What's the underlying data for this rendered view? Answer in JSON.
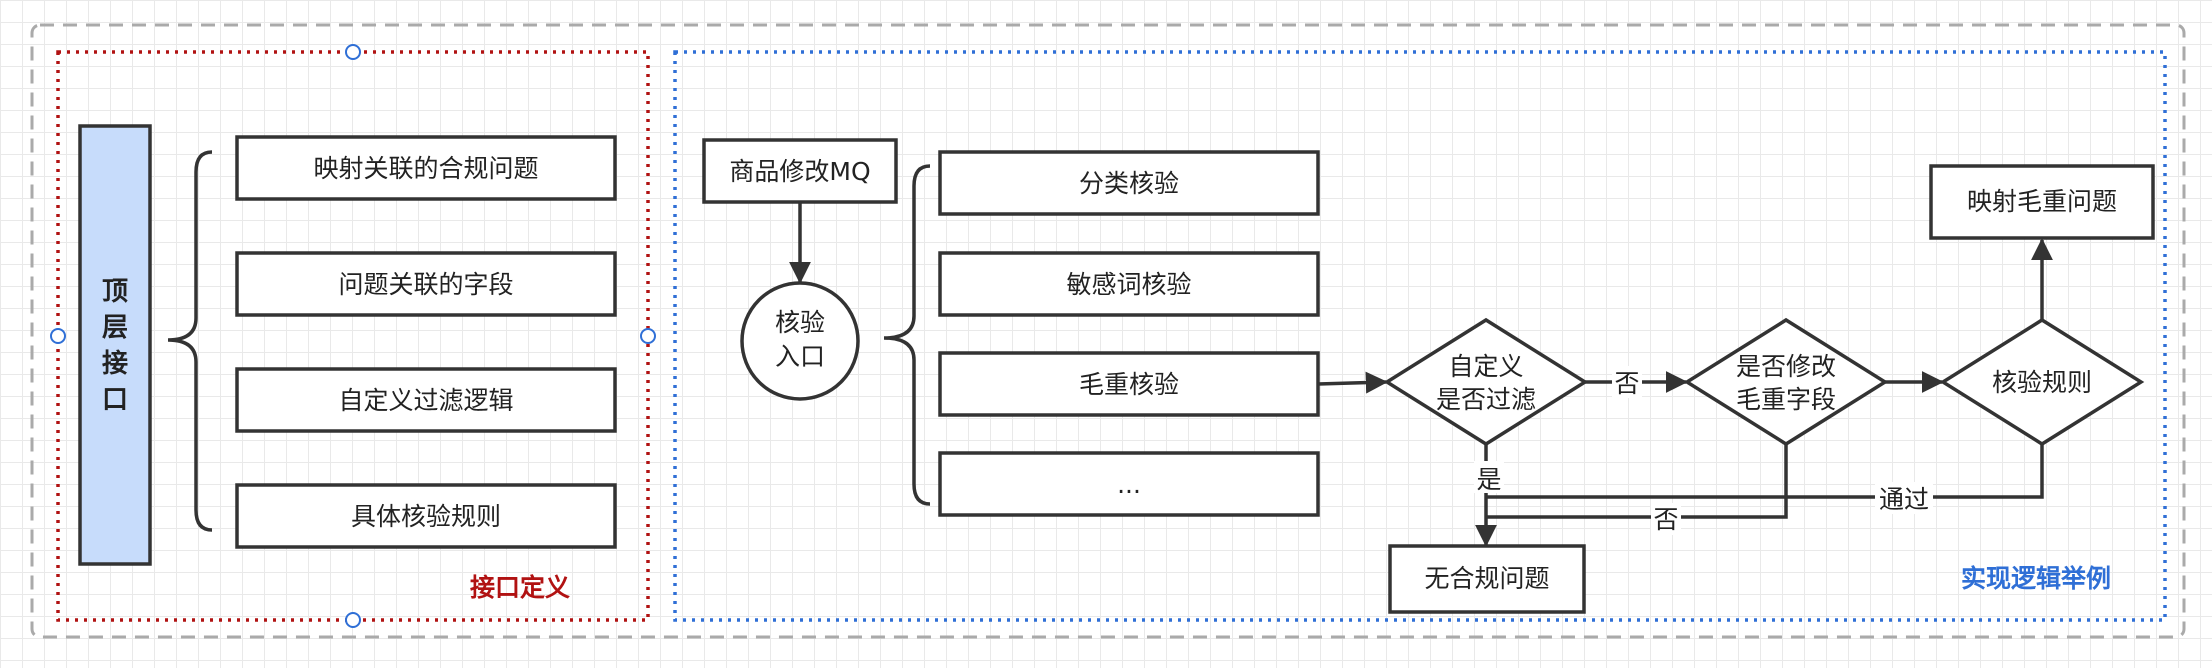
{
  "interface_section": {
    "title": "接口定义",
    "title_color": "#b11212",
    "border_color": "#b11212",
    "top_interface_label": "顶层接口",
    "top_interface_fill": "#c7dcfb",
    "items": [
      "映射关联的合规问题",
      "问题关联的字段",
      "自定义过滤逻辑",
      "具体核验规则"
    ]
  },
  "implementation_section": {
    "title": "实现逻辑举例",
    "title_color": "#2f6fd6",
    "border_color": "#2f6fd6",
    "source_node": "商品修改MQ",
    "entry_node": [
      "核验",
      "入口"
    ],
    "checks": [
      "分类核验",
      "敏感词核验",
      "毛重核验",
      "..."
    ],
    "decision_filter": [
      "自定义",
      "是否过滤"
    ],
    "decision_modify": [
      "是否修改",
      "毛重字段"
    ],
    "decision_rule": "核验规则",
    "result_issue": "映射毛重问题",
    "result_ok": "无合规问题",
    "edge_labels": {
      "filter_no": "否",
      "filter_yes": "是",
      "modify_no": "否",
      "rule_pass": "通过"
    }
  }
}
